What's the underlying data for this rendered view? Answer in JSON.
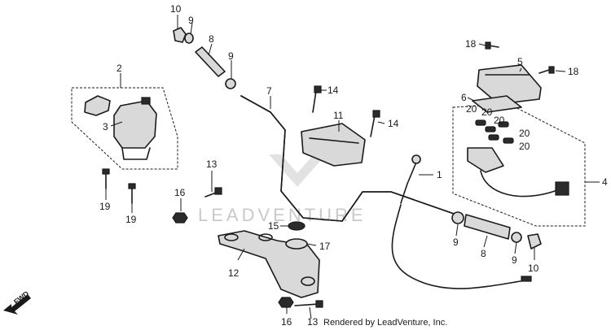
{
  "callouts": {
    "c1": "1",
    "c2": "2",
    "c3": "3",
    "c4": "4",
    "c5": "5",
    "c6": "6",
    "c7": "7",
    "c8a": "8",
    "c8b": "8",
    "c9a": "9",
    "c9b": "9",
    "c9c": "9",
    "c9d": "9",
    "c10a": "10",
    "c10b": "10",
    "c11": "11",
    "c12": "12",
    "c13a": "13",
    "c13b": "13",
    "c14a": "14",
    "c14b": "14",
    "c15": "15",
    "c16a": "16",
    "c16b": "16",
    "c17": "17",
    "c18a": "18",
    "c18b": "18",
    "c19a": "19",
    "c19b": "19",
    "c20a": "20",
    "c20b": "20",
    "c20c": "20",
    "c20d": "20",
    "c20e": "20"
  },
  "watermark": "LEADVENTURE",
  "credit": "Rendered by LeadVenture, Inc.",
  "fwd_label": "FWD"
}
